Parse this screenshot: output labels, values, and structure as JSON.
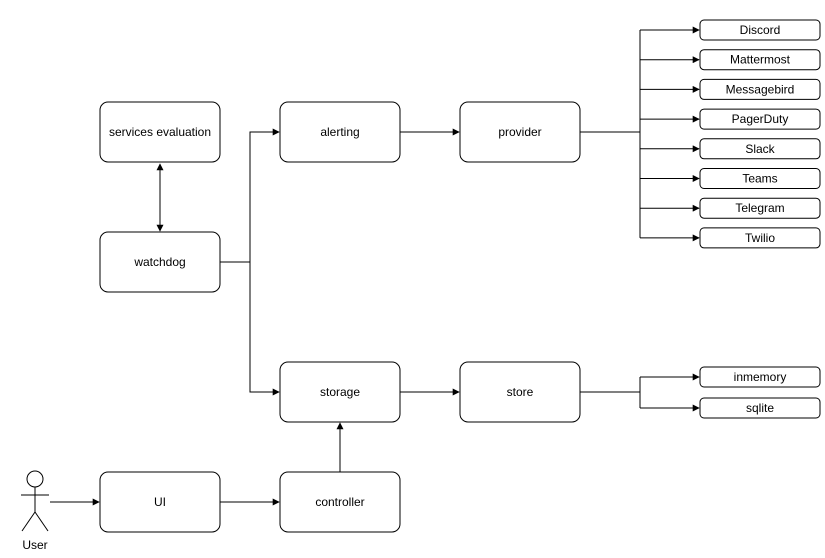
{
  "nodes": {
    "services_evaluation": "services evaluation",
    "watchdog": "watchdog",
    "alerting": "alerting",
    "provider": "provider",
    "storage": "storage",
    "store": "store",
    "ui": "UI",
    "controller": "controller",
    "user": "User"
  },
  "providers": [
    "Discord",
    "Mattermost",
    "Messagebird",
    "PagerDuty",
    "Slack",
    "Teams",
    "Telegram",
    "Twilio"
  ],
  "stores": [
    "inmemory",
    "sqlite"
  ],
  "colors": {
    "stroke": "#000000",
    "fill": "#ffffff",
    "text": "#000000"
  }
}
